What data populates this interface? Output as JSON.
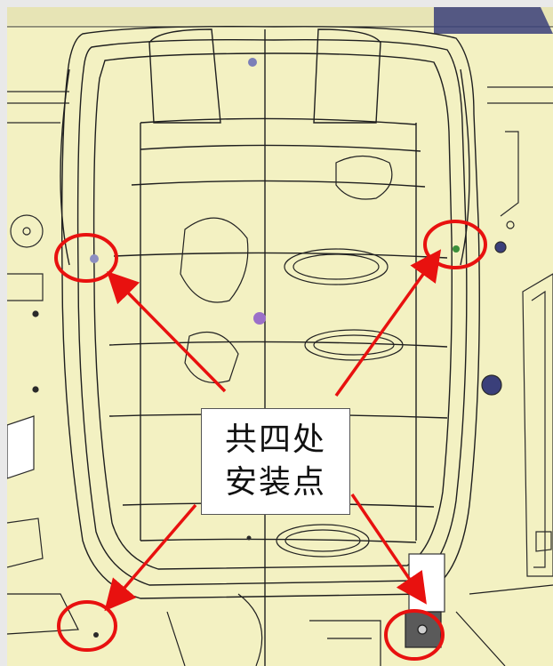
{
  "callout": {
    "line1": "共四处",
    "line2": "安装点"
  },
  "colors": {
    "background": "#f3f1c2",
    "wireframe": "#2a2a2a",
    "annotation": "#e8110f",
    "marker": "#9b6fc9",
    "bolt": "#3a3f7a"
  },
  "markers": [
    {
      "name": "mount-point-top-left"
    },
    {
      "name": "mount-point-top-right"
    },
    {
      "name": "mount-point-bottom-left"
    },
    {
      "name": "mount-point-bottom-right"
    }
  ]
}
